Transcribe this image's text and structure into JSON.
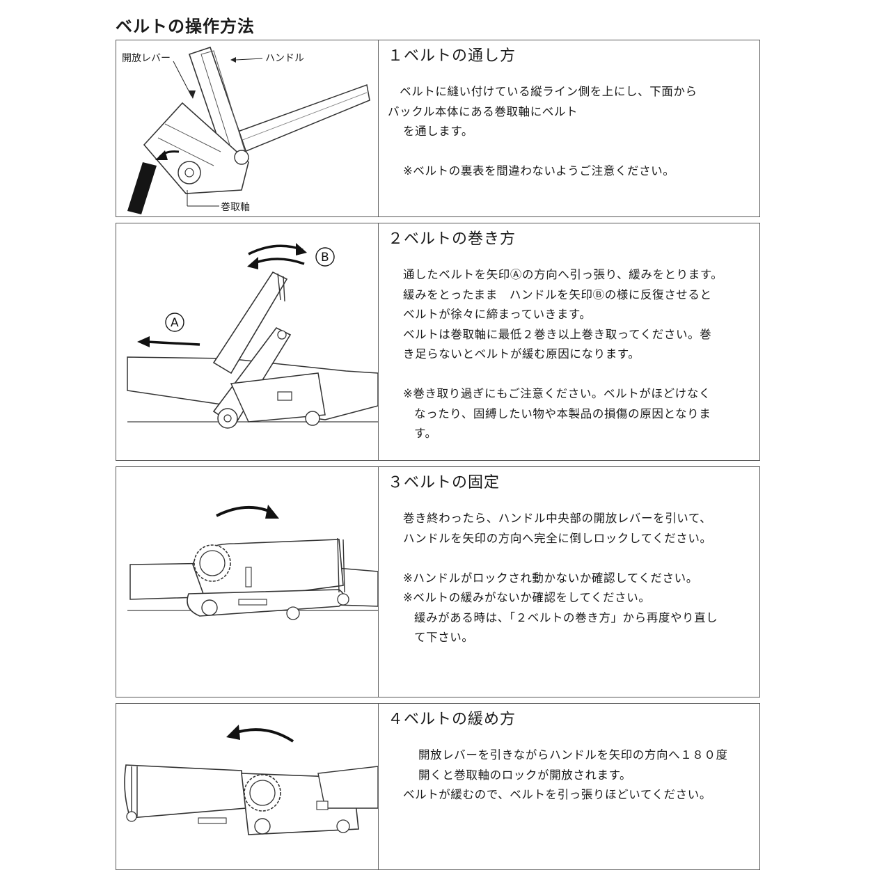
{
  "page_title": "ベルトの操作方法",
  "steps": [
    {
      "title": "１ベルトの通し方",
      "fig_labels": {
        "release_lever": "開放レバー",
        "handle": "ハンドル",
        "spindle": "巻取軸"
      },
      "lines": [
        "　ベルトに縫い付けている縦ライン側を上にし、下面から",
        "バックル本体にある巻取軸にベルト",
        "を通します。",
        "",
        "※ベルトの裏表を間違わないようご注意ください。"
      ]
    },
    {
      "title": "２ベルトの巻き方",
      "fig_labels": {
        "arrow_a": "A",
        "arrow_b": "B"
      },
      "lines": [
        "通したベルトを矢印Ⓐの方向へ引っ張り、緩みをとります。",
        "緩みをとったまま　ハンドルを矢印Ⓑの様に反復させると",
        "ベルトが徐々に締まっていきます。",
        "ベルトは巻取軸に最低２巻き以上巻き取ってください。巻",
        "き足らないとベルトが緩む原因になります。",
        "",
        "※巻き取り過ぎにもご注意ください。ベルトがほどけなく",
        "なったり、固縛したい物や本製品の損傷の原因となりま",
        "す。"
      ]
    },
    {
      "title": "３ベルトの固定",
      "lines": [
        "巻き終わったら、ハンドル中央部の開放レバーを引いて、",
        "ハンドルを矢印の方向へ完全に倒しロックしてください。",
        "",
        "※ハンドルがロックされ動かないか確認してください。",
        "※ベルトの緩みがないか確認をしてください。",
        "緩みがある時は、「２ベルトの巻き方」から再度やり直し",
        "て下さい。"
      ]
    },
    {
      "title": "４ベルトの緩め方",
      "lines": [
        "開放レバーを引きながらハンドルを矢印の方向へ１８０度",
        "開くと巻取軸のロックが開放されます。",
        "ベルトが緩むので、ベルトを引っ張りほどいてください。"
      ]
    }
  ]
}
